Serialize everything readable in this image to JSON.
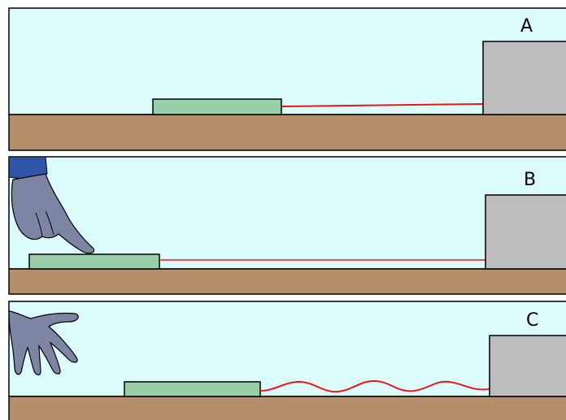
{
  "panels": [
    {
      "label": "A",
      "hand_state": "none",
      "string_state": "taut"
    },
    {
      "label": "B",
      "hand_state": "pressing",
      "string_state": "taut"
    },
    {
      "label": "C",
      "hand_state": "released",
      "string_state": "wavy"
    }
  ],
  "colors": {
    "sky": "#dcfcfc",
    "ground": "#b58e6b",
    "slab": "#97cfa8",
    "block": "#bdbdbd",
    "string": "#e8161b",
    "hand": "#7e84a4",
    "sleeve": "#2f55a6",
    "outline": "#000000"
  }
}
